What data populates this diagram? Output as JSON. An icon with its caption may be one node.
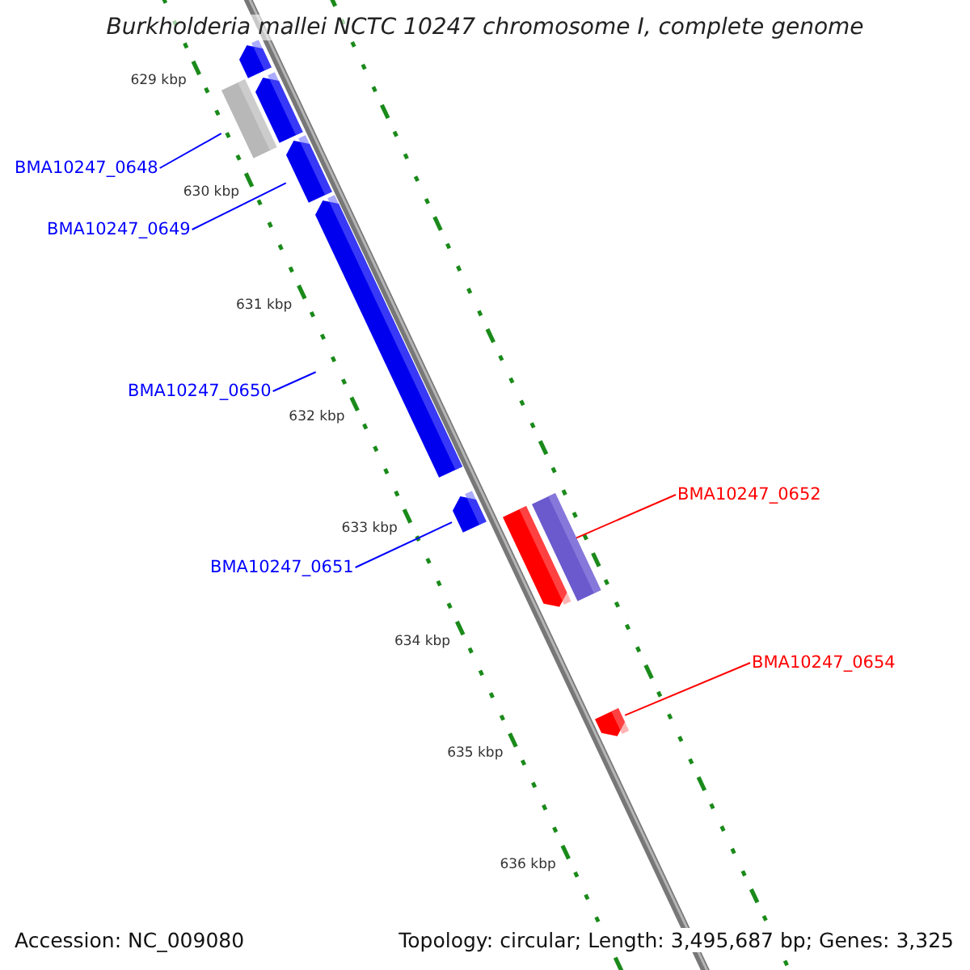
{
  "diagram": {
    "title": "Burkholderia mallei NCTC 10247 chromosome I, complete genome",
    "nodes": [
      {
        "text": [
          "BMA10247_0648"
        ]
      },
      {
        "text": [
          "BMA10247_0649"
        ]
      },
      {
        "text": [
          "BMA10247_0650"
        ]
      },
      {
        "text": [
          "BMA10247_0651"
        ]
      },
      {
        "text": [
          "BMA10247_0652"
        ]
      },
      {
        "text": [
          "BMA10247_0654"
        ]
      },
      {
        "text": [],
        "shape": "bar"
      },
      {
        "text": [],
        "shape": "bar"
      },
      {
        "text": [],
        "shape": "bar"
      },
      {
        "text": [],
        "shape": "bar"
      },
      {
        "text": [],
        "shape": "bar"
      },
      {
        "text": [],
        "shape": "bar"
      },
      {
        "text": [],
        "shape": "bar"
      },
      {
        "text": [],
        "shape": "bar"
      },
      {
        "text": [],
        "shape": "bar"
      }
    ],
    "edges": [
      {
        "from": 0,
        "to": 8,
        "arrow": "none"
      },
      {
        "from": 1,
        "to": 9,
        "arrow": "none"
      },
      {
        "from": 2,
        "to": 10,
        "arrow": "none"
      },
      {
        "from": 3,
        "to": 11,
        "arrow": "none"
      },
      {
        "from": 4,
        "to": 13,
        "arrow": "none",
        "color": "#ff0000"
      },
      {
        "from": 5,
        "to": 14,
        "arrow": "none",
        "color": "#ff0000"
      }
    ],
    "labels": [
      "629 kbp",
      "630 kbp",
      "631 kbp",
      "632 kbp",
      "633 kbp",
      "634 kbp",
      "635 kbp",
      "636 kbp",
      "Accession: NC_009080",
      "Topology: circular; Length: 3,495,687 bp; Genes: 3,325"
    ]
  }
}
